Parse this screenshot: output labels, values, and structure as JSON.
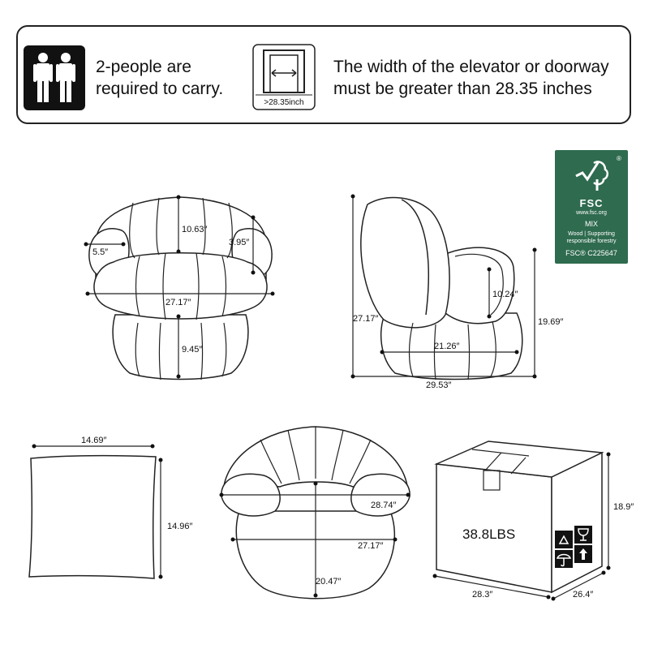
{
  "banner": {
    "people_text": "2-people are\nrequired to carry.",
    "door_label": ">28.35inch",
    "doorway_text": "The width of the elevator or doorway\nmust be greater than 28.35 inches",
    "people_icon": "two-people-icon",
    "door_icon": "doorway-icon"
  },
  "fsc": {
    "brand": "FSC",
    "site": "www.fsc.org",
    "mix": "MIX",
    "desc": "Wood | Supporting\nresponsible forestry",
    "code": "FSC® C225647",
    "registered": "®",
    "color": "#2f6b4f",
    "icon": "fsc-tree-check-icon"
  },
  "front": {
    "back_height": "10.63″",
    "arm_depth": "5.5″",
    "arm_height": "3.95″",
    "width": "27.17″",
    "base_height": "9.45″"
  },
  "side": {
    "total_height": "27.17″",
    "arm_height": "10.24″",
    "seat_height": "19.69″",
    "base_width": "21.26″",
    "depth": "29.53″"
  },
  "pillow": {
    "width": "14.69″",
    "height": "14.96″"
  },
  "top": {
    "inner_width": "28.74″",
    "width": "27.17″",
    "depth": "20.47″"
  },
  "box": {
    "weight": "38.8LBS",
    "height": "18.9″",
    "length": "28.3″",
    "width": "26.4″",
    "icons": [
      "recycle-icon",
      "fragile-glass-icon",
      "keep-dry-umbrella-icon",
      "this-way-up-icon"
    ]
  }
}
